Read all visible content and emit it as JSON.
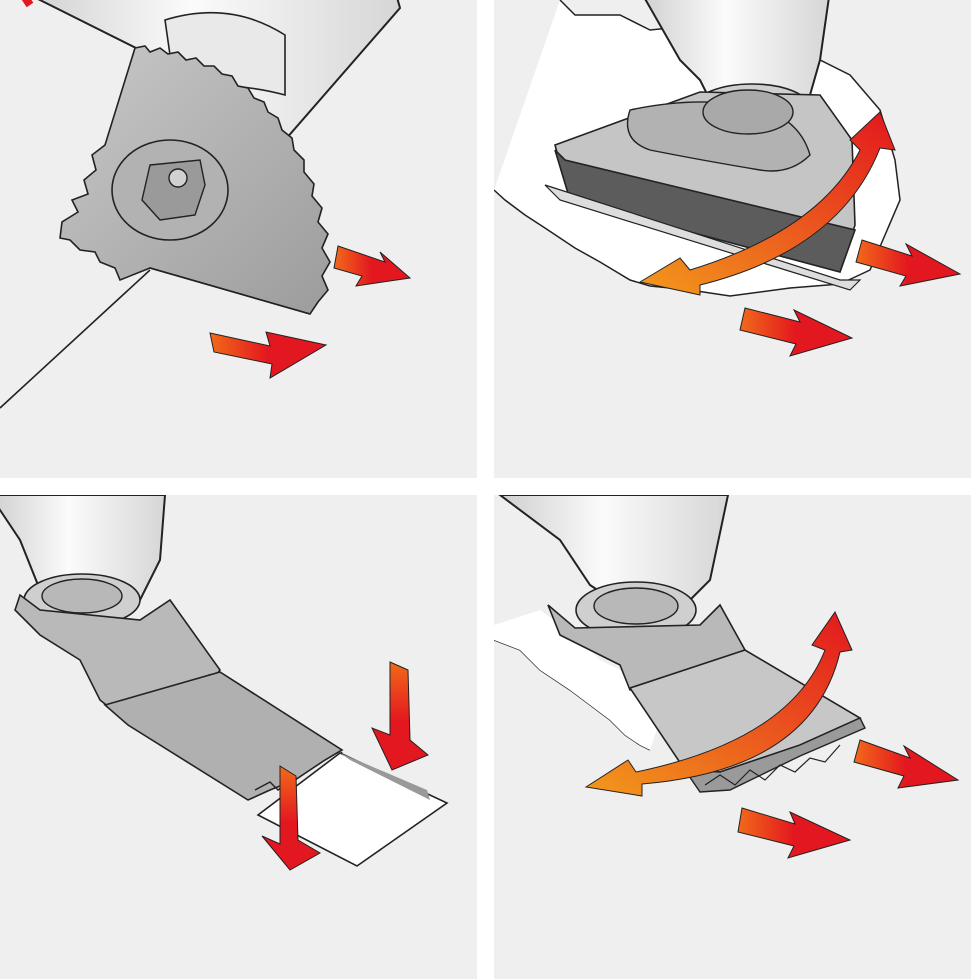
{
  "panels": [
    {
      "tool": "segment-saw-blade",
      "motion": [
        "feed-arrow",
        "feed-arrow"
      ]
    },
    {
      "tool": "delta-sanding-pad",
      "motion": [
        "oscillation-arc",
        "feed-arrow",
        "feed-arrow"
      ]
    },
    {
      "tool": "plunge-cut-blade",
      "motion": [
        "plunge-arrow",
        "plunge-arrow"
      ]
    },
    {
      "tool": "scraper-blade",
      "motion": [
        "oscillation-arc",
        "feed-arrow",
        "feed-arrow"
      ]
    }
  ],
  "colors": {
    "panel_bg": "#efefef",
    "gutter": "#ffffff",
    "outline": "#222222",
    "arrow_red": "#e3171f",
    "arrow_orange": "#f08a1c",
    "tool_light": "#f3f3f3",
    "tool_mid": "#b9b9b9",
    "tool_dark": "#5c5c5c"
  }
}
